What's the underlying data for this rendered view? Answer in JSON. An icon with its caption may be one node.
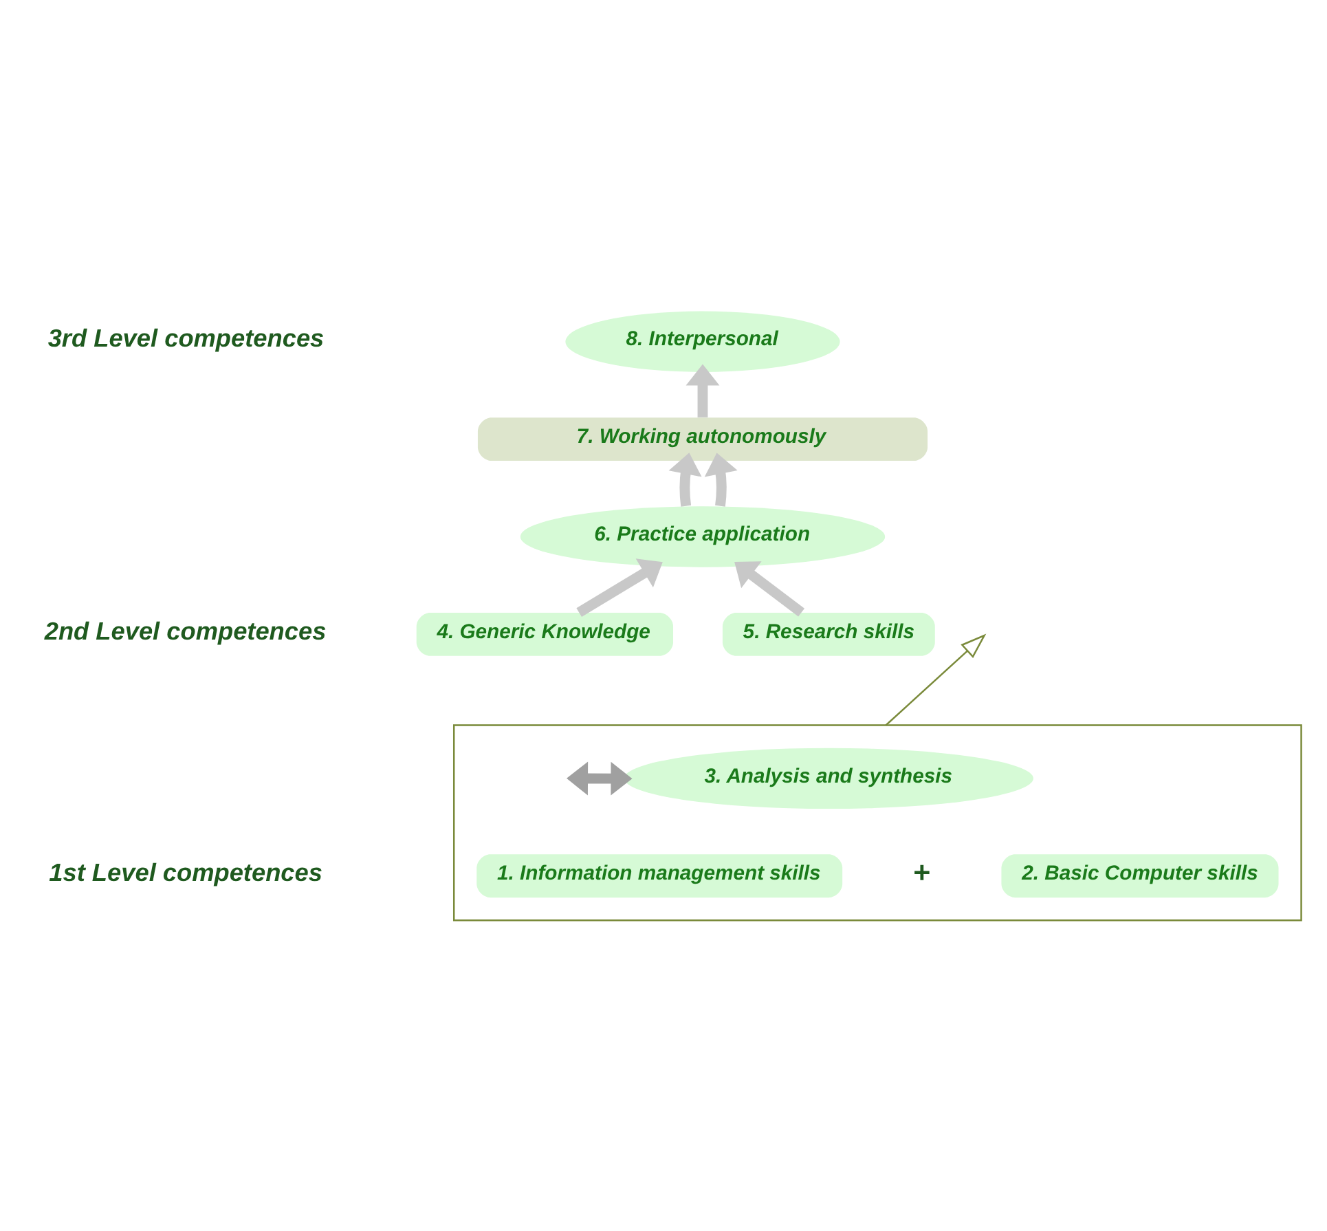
{
  "diagram": {
    "nodes": [
      {
        "text": [
          "8. Interpersonal"
        ]
      },
      {
        "text": [
          "7. Working autonomously"
        ]
      },
      {
        "text": [
          "6. Practice application"
        ]
      },
      {
        "text": [
          "4. Generic Knowledge"
        ]
      },
      {
        "text": [
          "5. Research skills"
        ]
      },
      {
        "text": [],
        "shape": "box"
      },
      {
        "text": [
          "3. Analysis and synthesis"
        ],
        "in": 5
      },
      {
        "text": [
          "1. Information management skills"
        ],
        "in": 5
      },
      {
        "text": [
          "2. Basic Computer skills"
        ],
        "in": 5
      }
    ],
    "edges": [
      {
        "from": 1,
        "to": 0,
        "arrow": "to"
      },
      {
        "from": 2,
        "to": 1,
        "arrow": "to"
      },
      {
        "from": 2,
        "to": 1,
        "arrow": "to"
      },
      {
        "from": 3,
        "to": 2,
        "arrow": "to"
      },
      {
        "from": 4,
        "to": 2,
        "arrow": "to"
      },
      {
        "from": 5,
        "to": null,
        "arrow": "to",
        "color": "#7a8a3a"
      },
      {
        "from": 6,
        "to": null,
        "arrow": "both",
        "color": "#a0a0a0"
      }
    ],
    "labels": [
      "3rd Level competences",
      "2nd Level competences",
      "1st Level competences",
      "+"
    ]
  }
}
